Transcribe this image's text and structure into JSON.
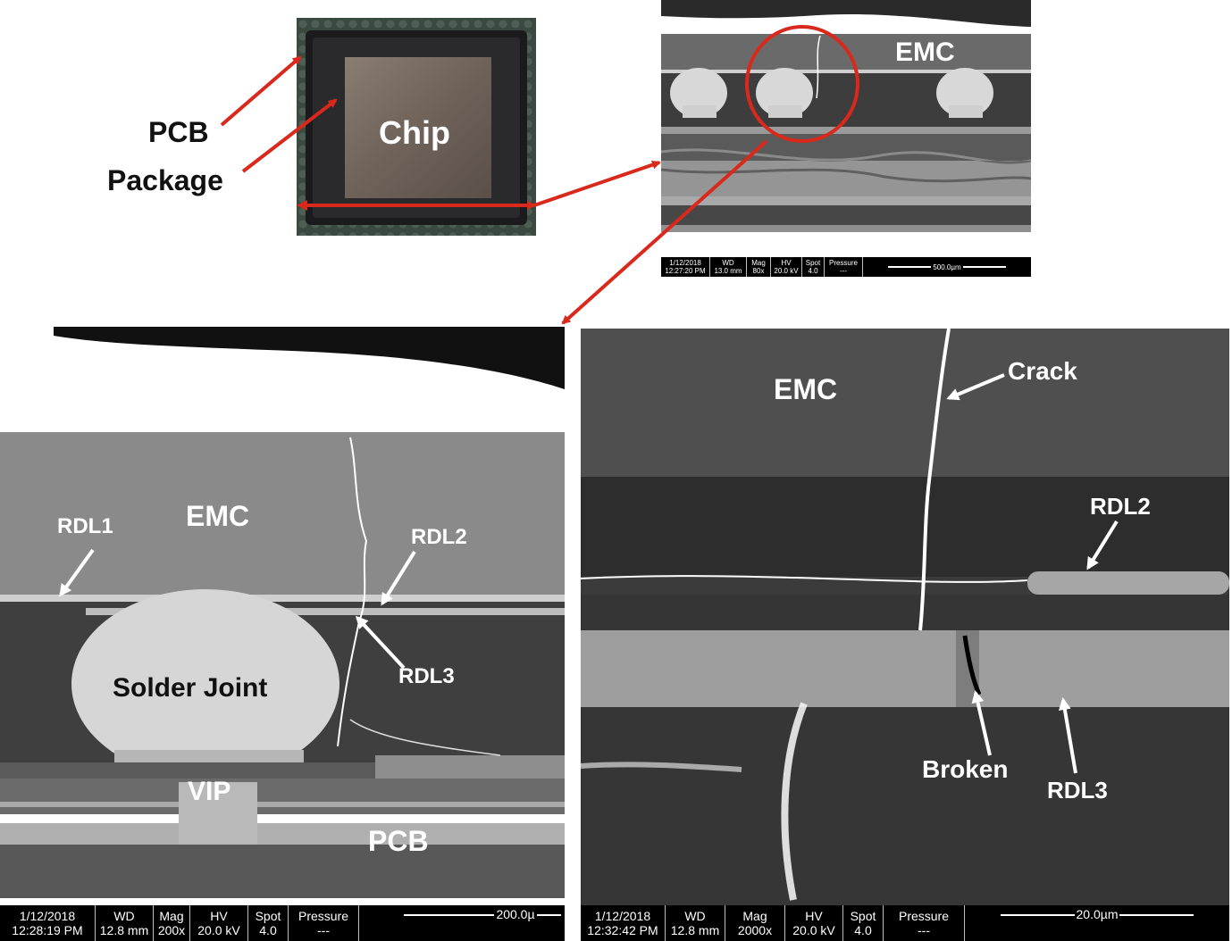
{
  "labels": {
    "pcb_top": "PCB",
    "package": "Package",
    "chip": "Chip",
    "emc_top": "EMC",
    "bl_emc": "EMC",
    "bl_rdl1": "RDL1",
    "bl_rdl2": "RDL2",
    "bl_rdl3": "RDL3",
    "bl_solder": "Solder Joint",
    "bl_vip": "VIP",
    "bl_pcb": "PCB",
    "br_emc": "EMC",
    "br_crack": "Crack",
    "br_rdl2": "RDL2",
    "br_broken": "Broken",
    "br_rdl3": "RDL3"
  },
  "sem_top": {
    "date": "1/12/2018",
    "time": "12:27:20 PM",
    "wd_h": "WD",
    "wd": "13.0 mm",
    "mag_h": "Mag",
    "mag": "80x",
    "hv_h": "HV",
    "hv": "20.0 kV",
    "spot_h": "Spot",
    "spot": "4.0",
    "pres_h": "Pressure",
    "pres": "---",
    "scale": "500.0µm"
  },
  "sem_left": {
    "date": "1/12/2018",
    "time": "12:28:19 PM",
    "wd_h": "WD",
    "wd": "12.8 mm",
    "mag_h": "Mag",
    "mag": "200x",
    "hv_h": "HV",
    "hv": "20.0 kV",
    "spot_h": "Spot",
    "spot": "4.0",
    "pres_h": "Pressure",
    "pres": "---",
    "scale": "200.0µ"
  },
  "sem_right": {
    "date": "1/12/2018",
    "time": "12:32:42 PM",
    "wd_h": "WD",
    "wd": "12.8 mm",
    "mag_h": "Mag",
    "mag": "2000x",
    "hv_h": "HV",
    "hv": "20.0 kV",
    "spot_h": "Spot",
    "spot": "4.0",
    "pres_h": "Pressure",
    "pres": "---",
    "scale": "20.0µm"
  },
  "colors": {
    "arrow_red": "#d9281c",
    "sem_bg": "#3b3b3b"
  }
}
